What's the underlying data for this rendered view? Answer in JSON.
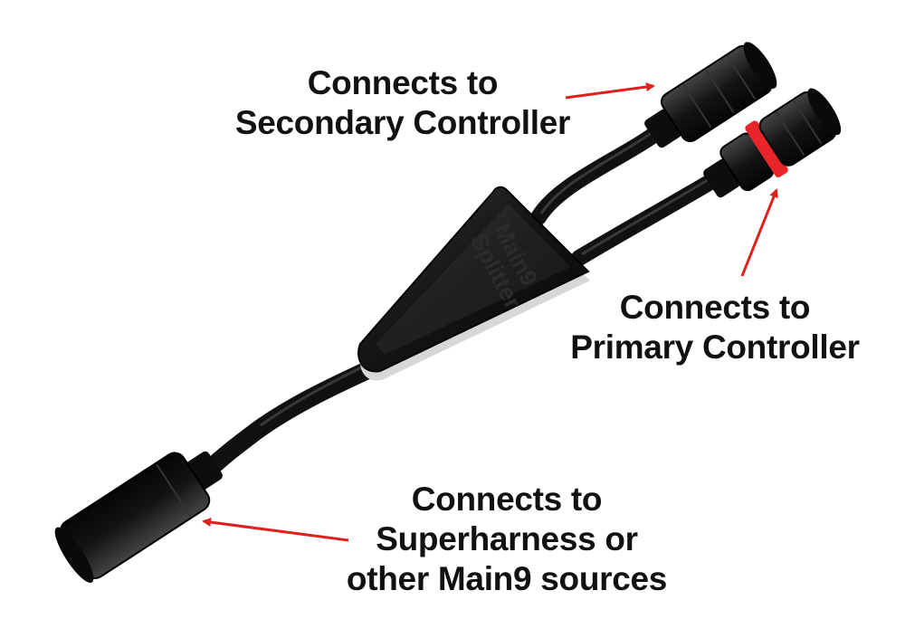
{
  "labels": {
    "secondary": {
      "line1": "Connects to",
      "line2": "Secondary Controller"
    },
    "primary": {
      "line1": "Connects to",
      "line2": "Primary Controller"
    },
    "source": {
      "line1": "Connects to",
      "line2": "Superharness or",
      "line3": "other Main9 sources"
    }
  },
  "product_marking": {
    "line1": "Main9",
    "line2": "Splitter"
  },
  "colors": {
    "arrow": "#e0201c",
    "cable": "#111111",
    "primary_ring": "#e8262a",
    "text": "#111111",
    "background": "#ffffff"
  }
}
